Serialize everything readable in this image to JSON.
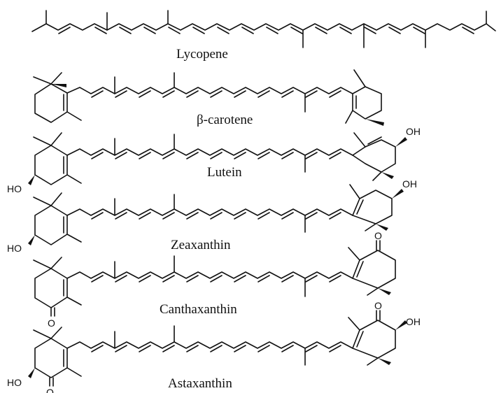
{
  "figure": {
    "molecules": [
      {
        "name": "Lycopene"
      },
      {
        "name": "β-carotene"
      },
      {
        "name": "Lutein",
        "atom_labels": [
          "OH",
          "HO"
        ]
      },
      {
        "name": "Zeaxanthin",
        "atom_labels": [
          "OH",
          "HO"
        ]
      },
      {
        "name": "Canthaxanthin",
        "atom_labels": [
          "O",
          "O"
        ]
      },
      {
        "name": "Astaxanthin",
        "atom_labels": [
          "O",
          "OH",
          "HO",
          "O"
        ]
      }
    ]
  },
  "colors": {
    "ink": "#111111",
    "background": "#ffffff"
  }
}
